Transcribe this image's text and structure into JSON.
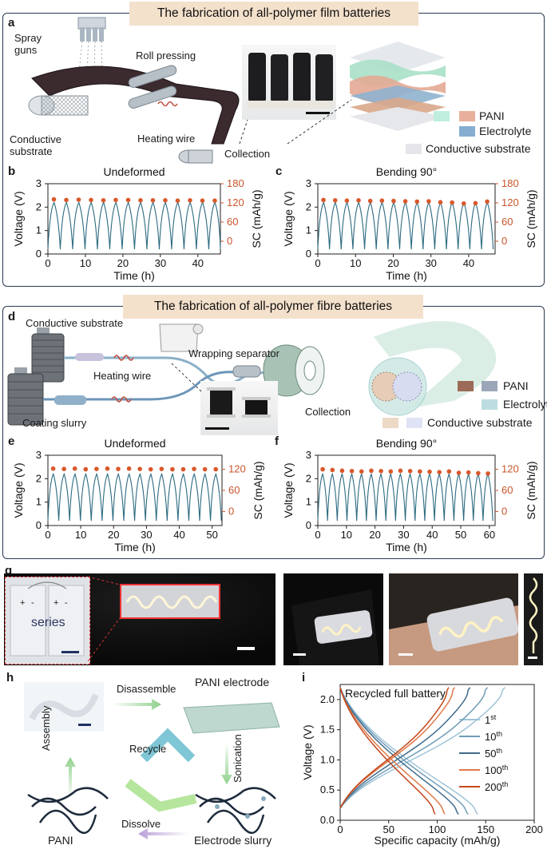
{
  "panels": {
    "a": "a",
    "b": "b",
    "c": "c",
    "d": "d",
    "e": "e",
    "f": "f",
    "g": "g",
    "h": "h",
    "i": "i"
  },
  "film": {
    "banner": "The fabrication of all-polymer film batteries",
    "labels": {
      "spray": "Spray\nguns",
      "roll": "Roll pressing",
      "substrate": "Conductive\nsubstrate",
      "heating": "Heating wire",
      "collection": "Collection"
    },
    "legend": {
      "pani": "PANI",
      "electrolyte": "Electrolyte",
      "substrate": "Conductive substrate"
    }
  },
  "fibre": {
    "banner": "The fabrication of all-polymer fibre batteries",
    "labels": {
      "substrate": "Conductive substrate",
      "separator": "Wrapping separator",
      "heating": "Heating wire",
      "slurry": "Coating slurry",
      "collection": "Collection"
    },
    "legend": {
      "pani": "PANI",
      "electrolyte": "Electrolyte",
      "substrate": "Conductive substrate"
    }
  },
  "cycle_charts": {
    "b_title": "Undeformed",
    "c_title": "Bending 90°",
    "e_title": "Undeformed",
    "f_title": "Bending 90°",
    "ylabel_left": "Voltage (V)",
    "ylabel_right": "SC (mAh/g)",
    "xlabel": "Time (h)"
  },
  "wearable": {
    "series": "series",
    "plus1": "+",
    "minus1": "-",
    "plus2": "+",
    "minus2": "-"
  },
  "recycle": {
    "disassemble": "Disassemble",
    "pani_electrode": "PANI electrode",
    "assembly": "Assembly",
    "sonication": "Sonication",
    "recycle": "Recycle",
    "dissolve": "Dissolve",
    "pani": "PANI",
    "electrode_slurry": "Electrode slurry"
  },
  "colors": {
    "voltage": "#2c6a80",
    "capacity": "#d9582b",
    "axis_right": "#c9552c",
    "frame": "#2a3b52",
    "banner": "#f4e1cc"
  },
  "chart_data": [
    {
      "id": "b",
      "type": "line",
      "title": "Undeformed",
      "xlabel": "Time (h)",
      "ylabel": "Voltage (V)",
      "y2label": "SC (mAh/g)",
      "xlim": [
        0,
        46
      ],
      "ylim": [
        0,
        3
      ],
      "y2lim": [
        -40,
        180
      ],
      "xticks": [
        0,
        10,
        20,
        30,
        40
      ],
      "yticks": [
        0,
        1,
        2,
        3
      ],
      "y2ticks": [
        0,
        60,
        120,
        180
      ],
      "series": [
        {
          "kind": "voltage",
          "cycles": 14,
          "cycle_period_h": 3.3,
          "vmin": 0.2,
          "vmax": 2.2
        },
        {
          "kind": "capacity",
          "x": [
            1.6,
            4.9,
            8.2,
            11.5,
            14.8,
            18.1,
            21.4,
            24.7,
            28.0,
            31.3,
            34.6,
            37.9,
            41.2,
            44.5
          ],
          "y": [
            131,
            129,
            130,
            129,
            128,
            129,
            129,
            128,
            128,
            128,
            127,
            128,
            127,
            127
          ]
        }
      ]
    },
    {
      "id": "c",
      "type": "line",
      "title": "Bending 90°",
      "xlabel": "Time (h)",
      "ylabel": "Voltage (V)",
      "y2label": "SC (mAh/g)",
      "xlim": [
        0,
        47
      ],
      "ylim": [
        0,
        3
      ],
      "y2lim": [
        -40,
        180
      ],
      "xticks": [
        0,
        10,
        20,
        30,
        40
      ],
      "yticks": [
        0,
        1,
        2,
        3
      ],
      "y2ticks": [
        0,
        60,
        120,
        180
      ],
      "series": [
        {
          "kind": "voltage",
          "cycles": 15,
          "cycle_period_h": 3.1,
          "vmin": 0.2,
          "vmax": 2.2
        },
        {
          "kind": "capacity",
          "x": [
            1.5,
            4.6,
            7.7,
            10.8,
            13.9,
            17.0,
            20.1,
            23.2,
            26.3,
            29.4,
            32.5,
            35.6,
            38.7,
            41.8,
            44.9
          ],
          "y": [
            129,
            128,
            127,
            128,
            126,
            127,
            126,
            125,
            124,
            125,
            122,
            121,
            118,
            119,
            124
          ]
        }
      ]
    },
    {
      "id": "e",
      "type": "line",
      "title": "Undeformed",
      "xlabel": "Time (h)",
      "ylabel": "Voltage (V)",
      "y2label": "SC (mAh/g)",
      "xlim": [
        0,
        53
      ],
      "ylim": [
        0,
        3
      ],
      "y2lim": [
        -40,
        160
      ],
      "xticks": [
        0,
        10,
        20,
        30,
        40,
        50
      ],
      "yticks": [
        0,
        1,
        2,
        3
      ],
      "y2ticks": [
        0,
        60,
        120
      ],
      "series": [
        {
          "kind": "voltage",
          "cycles": 16,
          "cycle_period_h": 3.3,
          "vmin": 0.2,
          "vmax": 2.2
        },
        {
          "kind": "capacity",
          "x": [
            1.6,
            4.9,
            8.2,
            11.5,
            14.8,
            18.1,
            21.4,
            24.7,
            28.0,
            31.3,
            34.6,
            37.9,
            41.2,
            44.5,
            47.8,
            51.1
          ],
          "y": [
            122,
            121,
            122,
            120,
            121,
            122,
            121,
            122,
            121,
            120,
            121,
            120,
            120,
            121,
            120,
            120
          ]
        }
      ]
    },
    {
      "id": "f",
      "type": "line",
      "title": "Bending 90°",
      "xlabel": "Time (h)",
      "ylabel": "Voltage (V)",
      "y2label": "SC (mAh/g)",
      "xlim": [
        0,
        62
      ],
      "ylim": [
        0,
        3
      ],
      "y2lim": [
        -40,
        160
      ],
      "xticks": [
        0,
        10,
        20,
        30,
        40,
        50,
        60
      ],
      "yticks": [
        0,
        1,
        2,
        3
      ],
      "y2ticks": [
        0,
        60,
        120
      ],
      "series": [
        {
          "kind": "voltage",
          "cycles": 18,
          "cycle_period_h": 3.4,
          "vmin": 0.2,
          "vmax": 2.2
        },
        {
          "kind": "capacity",
          "x": [
            1.7,
            5.1,
            8.5,
            11.9,
            15.3,
            18.7,
            22.1,
            25.5,
            28.9,
            32.3,
            35.7,
            39.1,
            42.5,
            45.9,
            49.3,
            52.7,
            56.1,
            59.5
          ],
          "y": [
            120,
            118,
            116,
            115,
            114,
            116,
            115,
            114,
            116,
            115,
            114,
            113,
            112,
            114,
            110,
            111,
            109,
            108
          ]
        }
      ]
    },
    {
      "id": "i",
      "type": "line",
      "title": "Recycled full battery",
      "xlabel": "Specific capacity (mAh/g)",
      "ylabel": "Voltage (V)",
      "xlim": [
        0,
        200
      ],
      "ylim": [
        0,
        2.25
      ],
      "xticks": [
        0,
        50,
        100,
        150,
        200
      ],
      "yticks": [
        0.0,
        0.5,
        1.0,
        1.5,
        2.0
      ],
      "series": [
        {
          "name": "1st",
          "color": "#9fc4d8",
          "charge_max": 170,
          "discharge_max": 142
        },
        {
          "name": "10th",
          "color": "#6f9cb8",
          "charge_max": 152,
          "discharge_max": 132
        },
        {
          "name": "50th",
          "color": "#3e6a8c",
          "charge_max": 134,
          "discharge_max": 122
        },
        {
          "name": "100th",
          "color": "#e07a4a",
          "charge_max": 118,
          "discharge_max": 108
        },
        {
          "name": "200th",
          "color": "#c2481c",
          "charge_max": 112,
          "discharge_max": 98
        }
      ]
    }
  ]
}
